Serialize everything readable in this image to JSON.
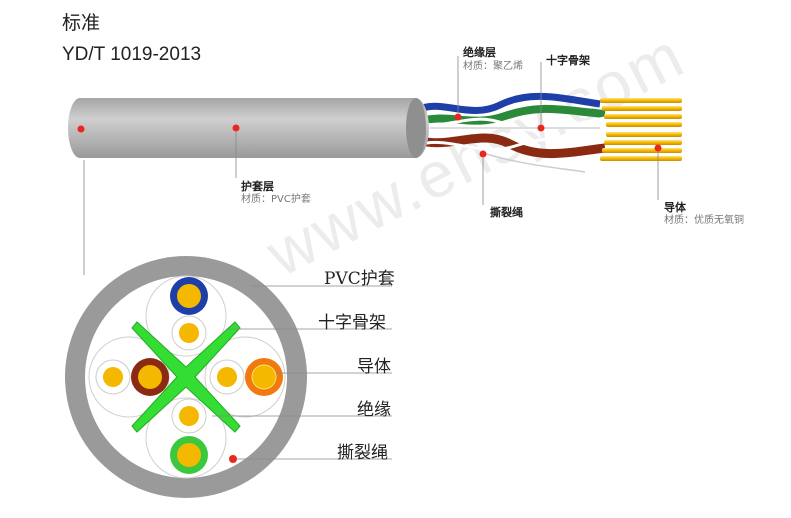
{
  "header": {
    "standard_label": "标准",
    "standard_code": "YD/T 1019-2013"
  },
  "watermark": "www.ehsy.com",
  "side_callouts": {
    "insulation": {
      "title": "绝缘层",
      "material": "材质：聚乙烯"
    },
    "cross_filler": {
      "title": "十字骨架"
    },
    "jacket": {
      "title": "护套层",
      "material": "材质：PVC护套"
    },
    "ripcord": {
      "title": "撕裂绳"
    },
    "conductor": {
      "title": "导体",
      "material": "材质：优质无氧铜"
    }
  },
  "cross_section_labels": {
    "jacket": "PVC护套",
    "cross_filler": "十字骨架",
    "conductor": "导体",
    "insulation": "绝缘",
    "ripcord": "撕裂绳"
  },
  "colors": {
    "jacket": "#aaaaaa",
    "conductor": "#f5b800",
    "pair_blue": "#1f3fa8",
    "pair_green": "#3cc83c",
    "pair_brown": "#8a2a12",
    "pair_orange": "#f07a10",
    "cross_filler": "#33dd33",
    "marker": "#e8281e"
  }
}
